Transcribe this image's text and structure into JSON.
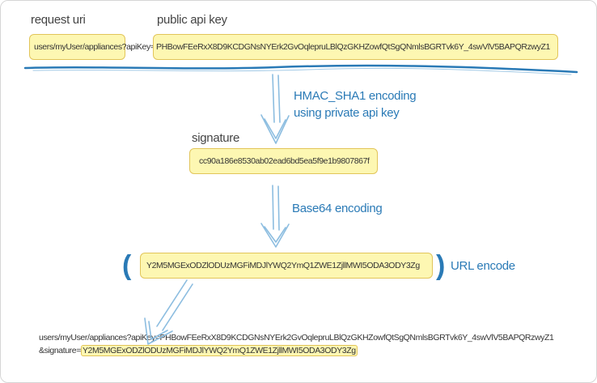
{
  "labels": {
    "request_uri": "request uri",
    "public_api_key": "public api key",
    "signature": "signature"
  },
  "boxes": {
    "request_uri": "users/myUser/appliances?apiKey=",
    "public_api_key": "PHBowFEeRxX8D9KCDGNsNYErk2GvOqlepruLBlQzGKHZowfQtSgQNmlsBGRTvk6Y_4swVlV5BAPQRzwyZ1",
    "signature": "cc90a186e8530ab02ead6bd5ea5f9e1b9807867f",
    "base64": "Y2M5MGExODZlODUzMGFiMDJlYWQ2YmQ1ZWE1ZjllMWI5ODA3ODY3Zg"
  },
  "notes": {
    "hmac_line1": "HMAC_SHA1 encoding",
    "hmac_line2": "using private api key",
    "base64": "Base64 encoding",
    "url_encode": "URL encode"
  },
  "brackets": {
    "open": "(",
    "close": ")"
  },
  "final_url": {
    "line1": "users/myUser/appliances?apiKey=PHBowFEeRxX8D9KCDGNsNYErk2GvOqlepruLBlQzGKHZowfQtSgQNmlsBGRTvk6Y_4swVlV5BAPQRzwyZ1",
    "line2_prefix": "&signature=",
    "line2_signature": "Y2M5MGExODZlODUzMGFiMDJlYWQ2YmQ1ZWE1ZjllMWI5ODA3ODY3Zg"
  },
  "colors": {
    "accent_blue": "#2a7ab6",
    "arrow_blue": "#8cbde0",
    "box_fill": "#fdf7b2",
    "box_border": "#e2c55a"
  }
}
